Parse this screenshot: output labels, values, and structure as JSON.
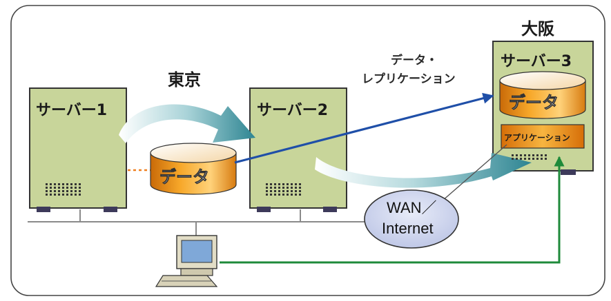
{
  "labels": {
    "tokyo": "東京",
    "osaka": "大阪",
    "server1": "サーバー1",
    "server2": "サーバー2",
    "server3": "サーバー3",
    "data": "データ",
    "application": "アプリケーション",
    "replication_line1": "データ・",
    "replication_line2": "レプリケーション",
    "wan_line1": "WAN／",
    "wan_line2": "Internet"
  },
  "colors": {
    "server_fill": "#c8d59a",
    "server_stroke": "#333333",
    "data_orange": "#f0a020",
    "replication_arrow": "#1f4fa8",
    "client_link": "#1e8a3a",
    "wan_cloud": "#cfd5ec",
    "move_arrow": "#4a9aa5"
  },
  "icons": {
    "client": "desktop-computer-icon",
    "network": "wan-cloud-icon"
  }
}
